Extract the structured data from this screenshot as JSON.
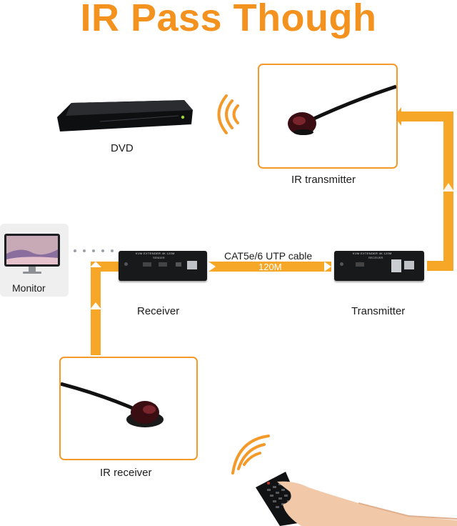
{
  "title": "IR Pass Though",
  "labels": {
    "dvd": "DVD",
    "ir_transmitter": "IR transmitter",
    "monitor": "Monitor",
    "receiver": "Receiver",
    "transmitter": "Transmitter",
    "ir_receiver": "IR receiver"
  },
  "cable": {
    "type": "CAT5e/6 UTP cable",
    "length": "120M"
  },
  "devices": {
    "receiver_panel": "KVM EXTENDER 4K 120M",
    "receiver_badge": "SENDER",
    "transmitter_panel": "KVM EXTENDER 4K 120M",
    "transmitter_badge": "RECEIVER"
  },
  "colors": {
    "accent": "#f4921f",
    "flow": "#f7a727",
    "box_border": "#f39a2a"
  }
}
